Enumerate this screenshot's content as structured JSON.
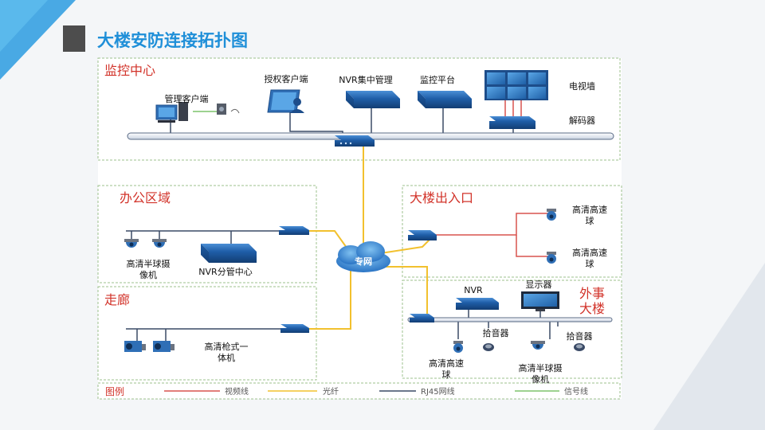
{
  "slide": {
    "title": "大楼安防连接拓扑图",
    "accent_color": "#1f8fd8",
    "bullet_color": "#4d4d4d"
  },
  "zones": {
    "monitor_center": "监控中心",
    "office": "办公区域",
    "corridor": "走廊",
    "entrance": "大楼出入口",
    "external": "外事\n大楼"
  },
  "devices": {
    "mgmt_client": "管理客户端",
    "auth_client": "授权客户端",
    "nvr_central": "NVR集中管理",
    "monitor_platform": "监控平台",
    "tv_wall": "电视墙",
    "decoder": "解码器",
    "private_net": "专网",
    "hd_dome_office": "高清半球摄\n像机",
    "nvr_branch": "NVR分管中心",
    "hd_bullet": "高清枪式一\n体机",
    "hd_speed_dome_1": "高清高速\n球",
    "hd_speed_dome_2": "高清高速\n球",
    "nvr_ext": "NVR",
    "display": "显示器",
    "pickup_1": "拾音器",
    "pickup_2": "拾音器",
    "hd_speed_dome_ext": "高清高速\n球",
    "hd_dome_ext": "高清半球摄\n像机"
  },
  "legend": {
    "title": "图例",
    "items": [
      {
        "label": "视频线",
        "color": "#d9534f"
      },
      {
        "label": "光纤",
        "color": "#f2c12e"
      },
      {
        "label": "RJ45网线",
        "color": "#3a4a66"
      },
      {
        "label": "信号线",
        "color": "#7dc36b"
      }
    ]
  },
  "colors": {
    "zone_label": "#d2332a",
    "zone_border": "#9cc08c",
    "device_blue": "#2f6fb6",
    "device_dark": "#1d4d8a",
    "fiber": "#f2c12e",
    "video": "#d9534f",
    "rj45": "#3a4a66"
  }
}
